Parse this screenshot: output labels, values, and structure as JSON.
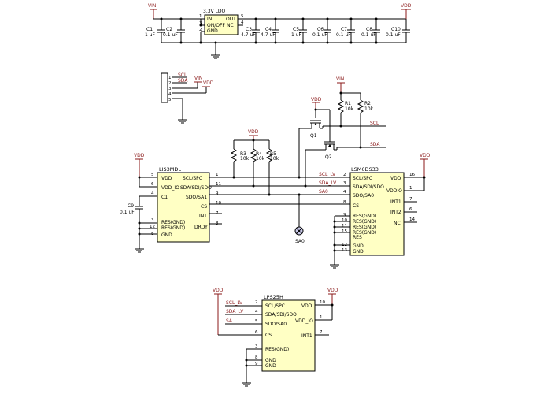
{
  "power": {
    "vin": "VIN",
    "vdd": "VDD"
  },
  "regulator": {
    "title": "3.3V LDO",
    "pins_left": [
      "IN",
      "ON/OFF",
      "GND"
    ],
    "pins_right": [
      "OUT",
      "NC"
    ],
    "pin_numbers": [
      "1",
      "3",
      "2",
      "5",
      "4"
    ]
  },
  "capacitors": [
    {
      "ref": "C1",
      "value": "1 uF"
    },
    {
      "ref": "C2",
      "value": "0.1 uF"
    },
    {
      "ref": "C3",
      "value": "4.7 uF"
    },
    {
      "ref": "C4",
      "value": "4.7 uF"
    },
    {
      "ref": "C5",
      "value": "1 uF"
    },
    {
      "ref": "C6",
      "value": "0.1 uF"
    },
    {
      "ref": "C7",
      "value": "0.1 uF"
    },
    {
      "ref": "C8",
      "value": "0.1 uF"
    },
    {
      "ref": "C10",
      "value": "0.1 uF"
    }
  ],
  "header": {
    "pins": [
      "1",
      "2",
      "3",
      "4",
      "5"
    ],
    "labels": [
      "SCL",
      "SDA",
      "VIN",
      "VDD"
    ]
  },
  "resistors": [
    {
      "ref": "R1",
      "value": "10k"
    },
    {
      "ref": "R2",
      "value": "10k"
    },
    {
      "ref": "R3",
      "value": "10k"
    },
    {
      "ref": "R4",
      "value": "10k"
    },
    {
      "ref": "R5",
      "value": "10k"
    }
  ],
  "transistors": [
    "Q1",
    "Q2"
  ],
  "nets": {
    "scl": "SCL",
    "sda": "SDA",
    "scl_lv": "SCL_LV",
    "sda_lv": "SDA_LV",
    "sa0": "SA0",
    "sa": "SA"
  },
  "lis3mdl": {
    "name": "LIS3MDL",
    "pins_left": [
      "VDD",
      "VDD_IO",
      "C1",
      "RES(GND)",
      "RES(GND)",
      "GND"
    ],
    "pins_right": [
      "SCL/SPC",
      "SDA/SDI/SDO",
      "SDO/SA1",
      "CS",
      "INT",
      "DRDY"
    ],
    "nums_left": [
      "5",
      "6",
      "4",
      "3",
      "12",
      "8"
    ],
    "nums_right": [
      "1",
      "11",
      "9",
      "10",
      "7",
      "8"
    ],
    "cap_ref": "C9",
    "cap_value": "0.1 uF"
  },
  "lsm6ds33": {
    "name": "LSM6DS33",
    "pins_left": [
      "SCL/SPC",
      "SDA/SDI/SDO",
      "SDO/SA0",
      "CS",
      "RES(GND)",
      "RES(GND)",
      "RES(GND)",
      "RES(GND)",
      "RES",
      "GND",
      "GND"
    ],
    "nums_left": [
      "2",
      "3",
      "4",
      "8",
      "9",
      "10",
      "11",
      "15",
      "",
      "12",
      "13"
    ],
    "pins_right": [
      "VDD",
      "VDDIO",
      "INT1",
      "INT2",
      "NC"
    ],
    "nums_right": [
      "16",
      "1",
      "7",
      "6",
      "14"
    ]
  },
  "lps25h": {
    "name": "LPS25H",
    "pins_left": [
      "SCL/SPC",
      "SDA/SDI/SDO",
      "SDO/SA0",
      "CS",
      "RES(GND)",
      "GND",
      "GND"
    ],
    "nums_left": [
      "2",
      "4",
      "5",
      "6",
      "3",
      "8",
      "9"
    ],
    "pins_right": [
      "VDD",
      "VDD_IO",
      "INT1"
    ],
    "nums_right": [
      "10",
      "1",
      "7"
    ]
  }
}
